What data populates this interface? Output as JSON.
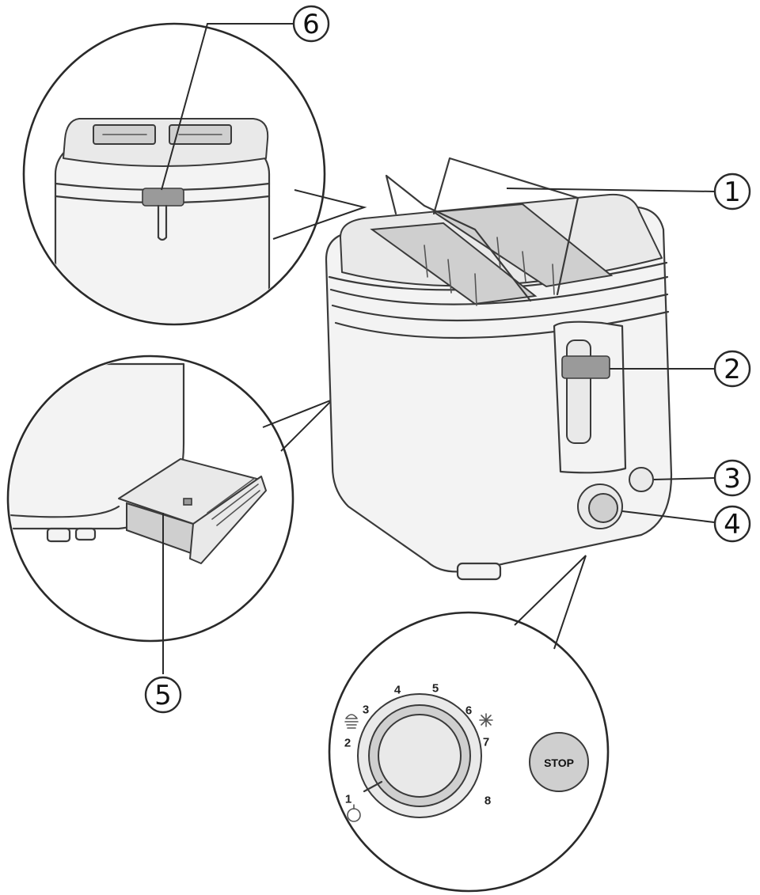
{
  "callouts": [
    {
      "id": 1,
      "label": "1"
    },
    {
      "id": 2,
      "label": "2"
    },
    {
      "id": 3,
      "label": "3"
    },
    {
      "id": 4,
      "label": "4"
    },
    {
      "id": 5,
      "label": "5"
    },
    {
      "id": 6,
      "label": "6"
    }
  ],
  "dial": {
    "numbers": [
      "1",
      "2",
      "3",
      "4",
      "5",
      "6",
      "7",
      "8"
    ],
    "stop_label": "STOP",
    "icons": [
      "bun-warming-icon",
      "defrost-icon",
      "reheat-icon"
    ]
  },
  "colors": {
    "line": "#3a3a3a",
    "body": "#f3f3f3",
    "shade": "#cfcfcf",
    "lever": "#9a9a9a"
  }
}
